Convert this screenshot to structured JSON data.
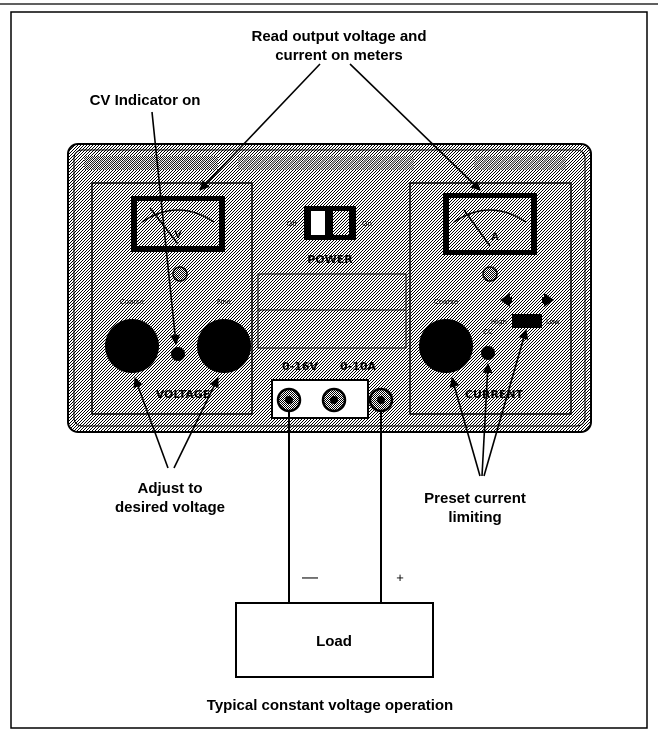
{
  "callouts": {
    "read_meters_line1": "Read output voltage and",
    "read_meters_line2": "current on meters",
    "cv_indicator": "CV Indicator on",
    "adjust_line1": "Adjust to",
    "adjust_line2": "desired voltage",
    "preset_line1": "Preset current",
    "preset_line2": "limiting"
  },
  "panel": {
    "power_off": "Off",
    "power_on": "On",
    "power_label": "POWER",
    "voltage_coarse": "Coarse",
    "voltage_fine": "Fine",
    "voltage_label": "VOLTAGE",
    "current_coarse": "Coarse",
    "current_label": "CURRENT",
    "cc_label": "CC",
    "high_label": "High",
    "low_label": "Low",
    "voltage_range": "0-16V",
    "current_range": "0-10A",
    "meter_v": "V",
    "meter_a": "A"
  },
  "load": {
    "minus": "—",
    "plus": "+",
    "label": "Load"
  },
  "caption": "Typical constant voltage operation",
  "colors": {
    "ink": "#000000",
    "panel_dither": "#b8b8b8",
    "background": "#ffffff"
  }
}
